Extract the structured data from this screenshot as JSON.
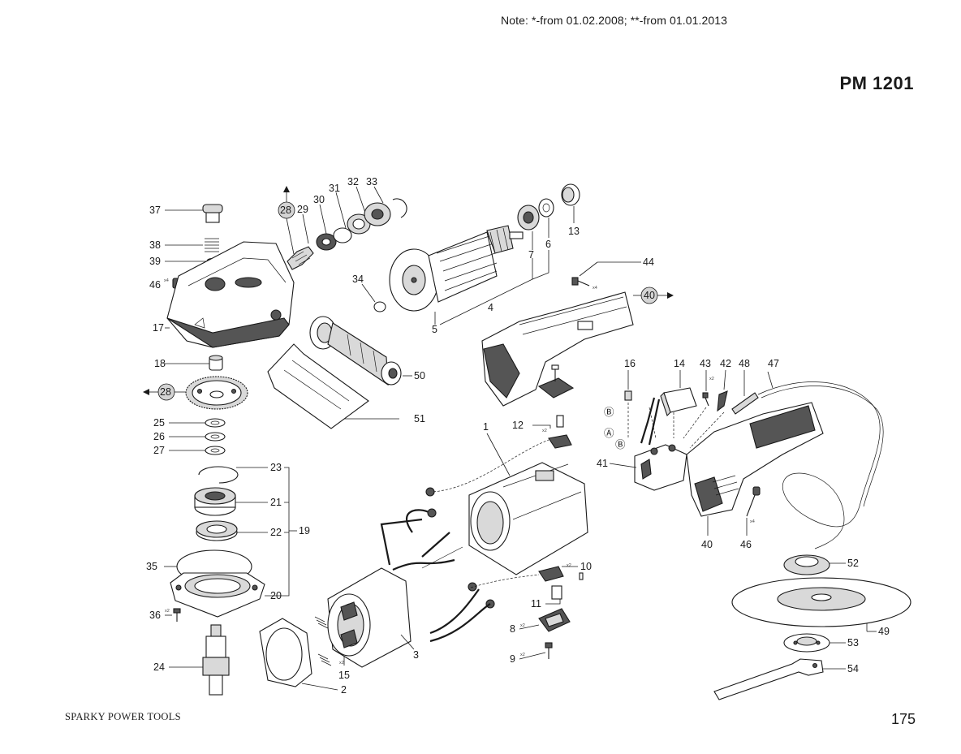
{
  "header": {
    "note": "Note: *-from 01.02.2008; **-from 01.01.2013",
    "model": "PM 1201"
  },
  "footer": {
    "brand": "SPARKY POWER TOOLS",
    "page": "175"
  },
  "quantity_marks": {
    "x2": "x2",
    "x4": "x4"
  },
  "wire_markers": {
    "a": "Ⓐ",
    "b": "Ⓑ"
  },
  "callouts": {
    "p1": "1",
    "p2": "2",
    "p3": "3",
    "p4": "4",
    "p5": "5",
    "p6": "6",
    "p7": "7",
    "p8": "8",
    "p9": "9",
    "p10": "10",
    "p11": "11",
    "p12": "12",
    "p13": "13",
    "p14": "14",
    "p15": "15",
    "p16": "16",
    "p17": "17",
    "p18": "18",
    "p19": "19",
    "p20": "20",
    "p21": "21",
    "p22": "22",
    "p23": "23",
    "p24": "24",
    "p25": "25",
    "p26": "26",
    "p27": "27",
    "p28a": "28",
    "p28b": "28",
    "p29": "29",
    "p30": "30",
    "p31": "31",
    "p32": "32",
    "p33": "33",
    "p34": "34",
    "p35": "35",
    "p36": "36",
    "p37": "37",
    "p38": "38",
    "p39": "39",
    "p40a": "40",
    "p40b": "40",
    "p41": "41",
    "p42": "42",
    "p43": "43",
    "p44": "44",
    "p46a": "46",
    "p46b": "46",
    "p47": "47",
    "p48": "48",
    "p49": "49",
    "p50": "50",
    "p51": "51",
    "p52": "52",
    "p53": "53",
    "p54": "54"
  }
}
